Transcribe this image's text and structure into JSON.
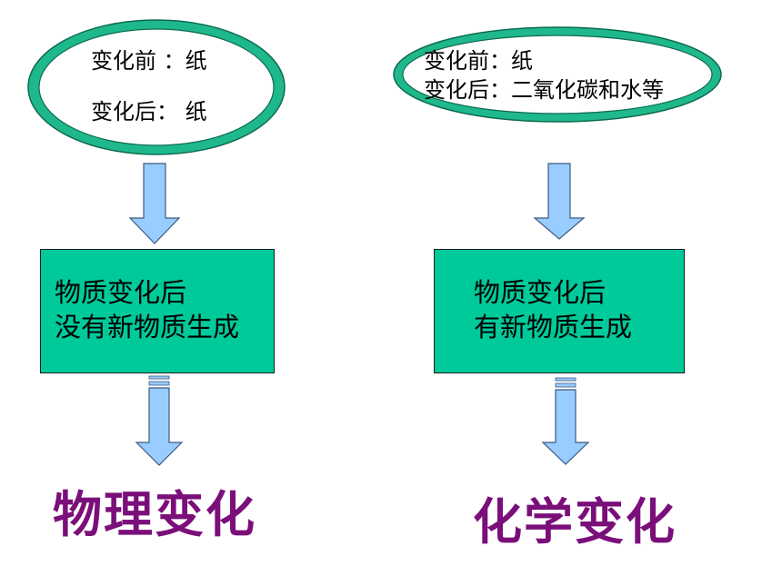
{
  "left": {
    "ellipse": {
      "before_line": "变化前 ：纸",
      "after_line": "变化后： 纸"
    },
    "box": {
      "line1": "物质变化后",
      "line2": "没有新物质生成"
    },
    "result": "物理变化"
  },
  "right": {
    "ellipse": {
      "before_line": "变化前：纸",
      "after_line": "变化后：二氧化碳和水等"
    },
    "box": {
      "line1": "物质变化后",
      "line2": "有新物质生成"
    },
    "result": "化学变化"
  },
  "colors": {
    "ellipse_ring": "#1fb88c",
    "box_fill": "#00c99a",
    "arrow_fill": "#99ccff",
    "result_text": "#7b0f7a"
  }
}
